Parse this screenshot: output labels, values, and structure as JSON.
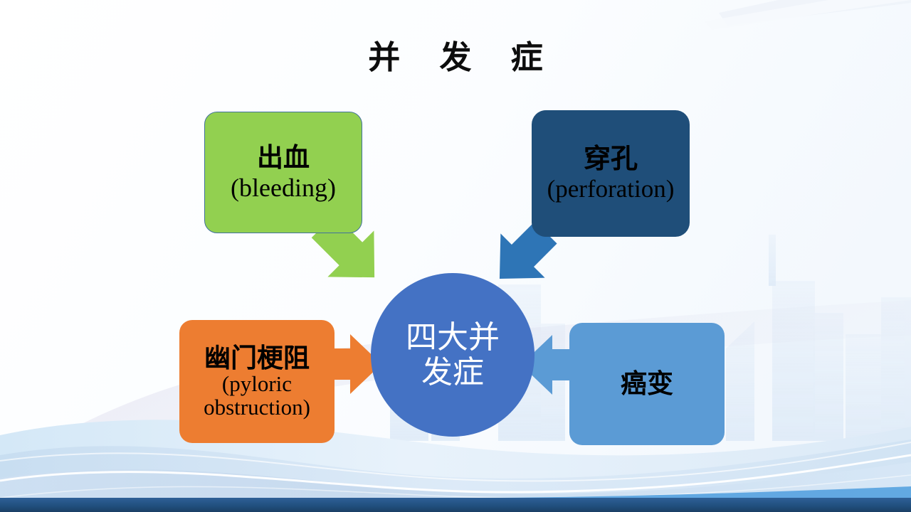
{
  "slide": {
    "title": "并 发 症",
    "background": {
      "base_color": "#ffffff",
      "wave_band_color": "#cfe4f5",
      "footer_bar_color": "#1F4E79",
      "accent_purple": "#c9c6e2"
    }
  },
  "center": {
    "label": "四大并发症",
    "color": "#4472C4",
    "text_color": "#ffffff"
  },
  "nodes": [
    {
      "id": "bleeding",
      "cn": "出血",
      "en": "(bleeding)",
      "color": "#92D050",
      "border_color": "#41719C",
      "arrow_color": "#92D050",
      "arrow_direction": "down-right"
    },
    {
      "id": "perforation",
      "cn": "穿孔",
      "en": "(perforation)",
      "color": "#1F4E79",
      "arrow_color": "#2E75B6",
      "arrow_direction": "down-left"
    },
    {
      "id": "pyloric",
      "cn": "幽门梗阻",
      "en_line1": "(pyloric",
      "en_line2": "obstruction)",
      "color": "#ED7D31",
      "arrow_color": "#ED7D31",
      "arrow_direction": "right"
    },
    {
      "id": "carcinoma",
      "cn": "癌变",
      "en": "",
      "color": "#5B9BD5",
      "arrow_color": "#5B9BD5",
      "arrow_direction": "left"
    }
  ]
}
